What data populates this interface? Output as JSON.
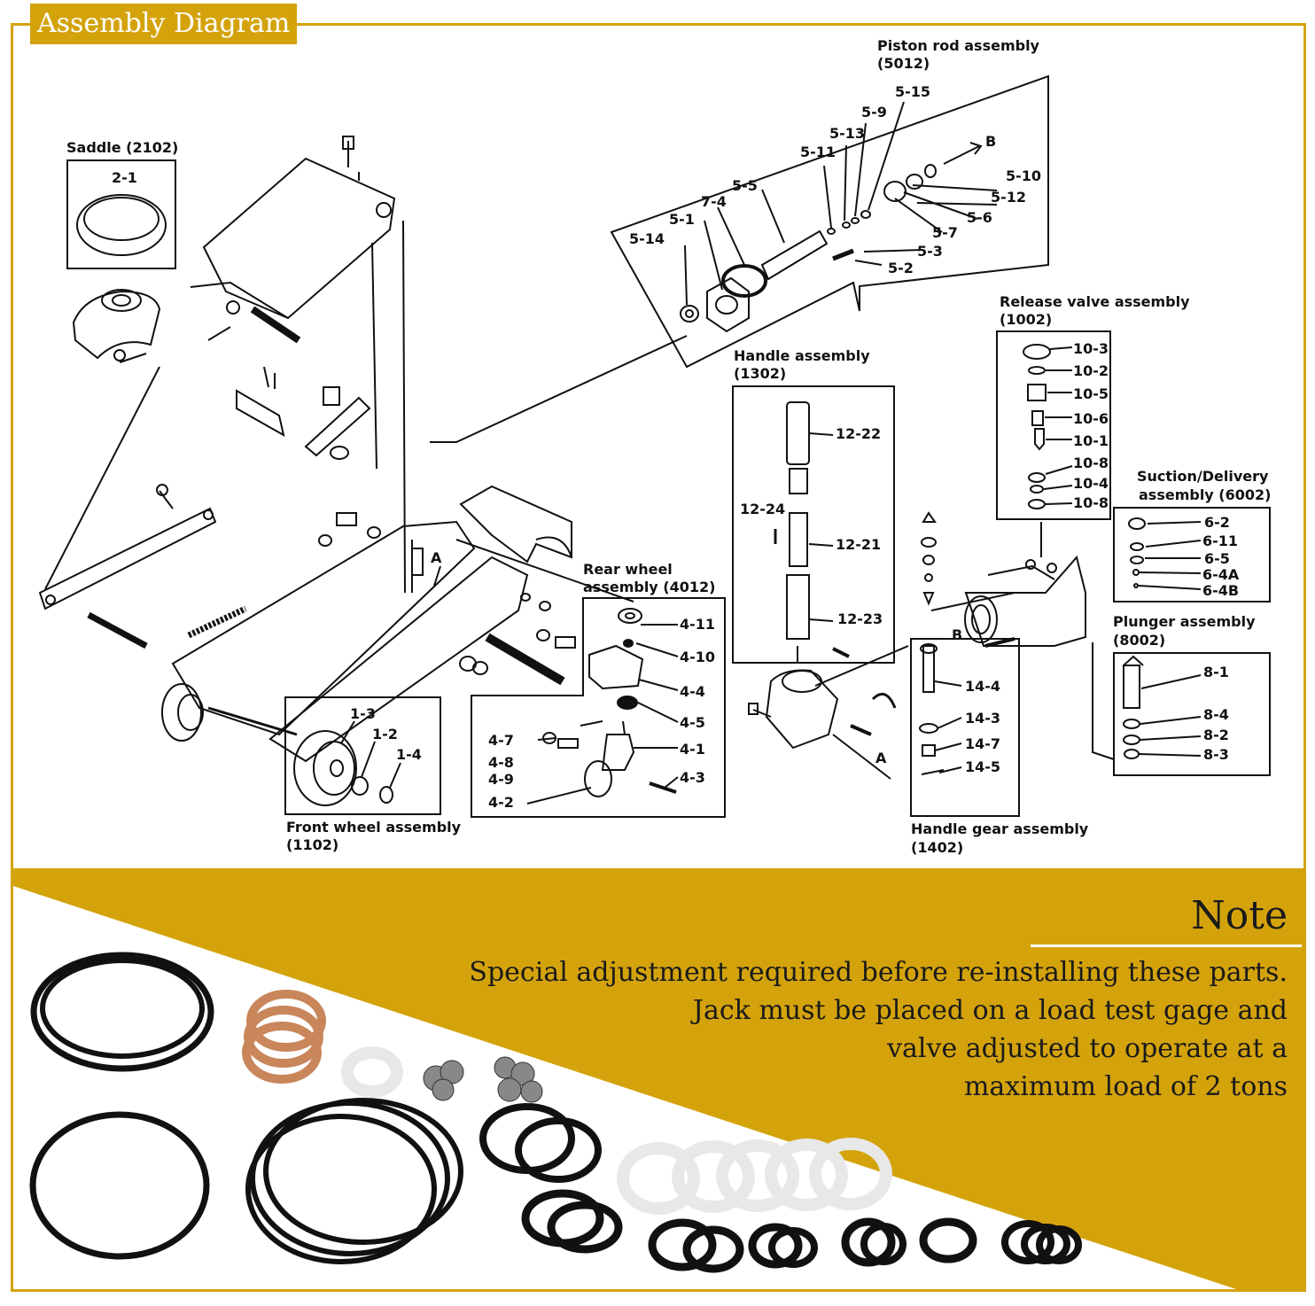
{
  "header": {
    "title": "Assembly Diagram"
  },
  "assemblies": {
    "piston_rod": {
      "name": "Piston rod assembly",
      "code": "(5012)"
    },
    "saddle": {
      "name": "Saddle (2102)"
    },
    "release_valve": {
      "name": "Release valve assembly",
      "code": "(1002)"
    },
    "handle": {
      "name": "Handle assembly",
      "code": "(1302)"
    },
    "suction_delivery": {
      "name": "Suction/Delivery",
      "code": "assembly (6002)"
    },
    "rear_wheel": {
      "name": "Rear wheel",
      "code": "assembly (4012)"
    },
    "plunger": {
      "name": "Plunger assembly",
      "code": "(8002)"
    },
    "front_wheel": {
      "name": "Front wheel assembly",
      "code": "(1102)"
    },
    "handle_gear": {
      "name": "Handle gear assembly",
      "code": "(1402)"
    }
  },
  "part_labels": {
    "p2_1": "2-1",
    "p5_15": "5-15",
    "p5_9": "5-9",
    "p5_13": "5-13",
    "p5_11": "5-11",
    "pB1": "B",
    "p5_10": "5-10",
    "p5_12": "5-12",
    "p5_6": "5-6",
    "p5_7": "5-7",
    "p5_3": "5-3",
    "p5_2": "5-2",
    "p5_5": "5-5",
    "p7_4": "7-4",
    "p5_1": "5-1",
    "p5_14": "5-14",
    "p10_3": "10-3",
    "p10_2": "10-2",
    "p10_5": "10-5",
    "p10_6": "10-6",
    "p10_1": "10-1",
    "p10_8a": "10-8",
    "p10_4": "10-4",
    "p10_8b": "10-8",
    "p12_22": "12-22",
    "p12_24": "12-24",
    "p12_21": "12-21",
    "p12_23": "12-23",
    "p6_2": "6-2",
    "p6_11": "6-11",
    "p6_5": "6-5",
    "p6_4A": "6-4A",
    "p6_4B": "6-4B",
    "pA1": "A",
    "pB2": "B",
    "p8_1": "8-1",
    "p8_4": "8-4",
    "p8_2": "8-2",
    "p8_3": "8-3",
    "p4_11": "4-11",
    "p4_10": "4-10",
    "p4_4": "4-4",
    "p4_5": "4-5",
    "p4_1": "4-1",
    "p4_3": "4-3",
    "p4_7": "4-7",
    "p4_8": "4-8",
    "p4_9": "4-9",
    "p4_2": "4-2",
    "p1_3": "1-3",
    "p1_2": "1-2",
    "p1_4": "1-4",
    "p14_4": "14-4",
    "p14_3": "14-3",
    "p14_7": "14-7",
    "p14_5": "14-5",
    "pA2": "A"
  },
  "note": {
    "title": "Note",
    "line1": "Special adjustment required before re-installing these parts.",
    "line2": "Jack must be placed on a load test gage and",
    "line3": "valve adjusted to operate at a",
    "line4": "maximum load of 2 tons"
  },
  "colors": {
    "accent": "#d4a30c",
    "ink": "#111111",
    "copper": "#c8865a",
    "seal_white": "#eeeeee",
    "oring_black": "#111111"
  }
}
